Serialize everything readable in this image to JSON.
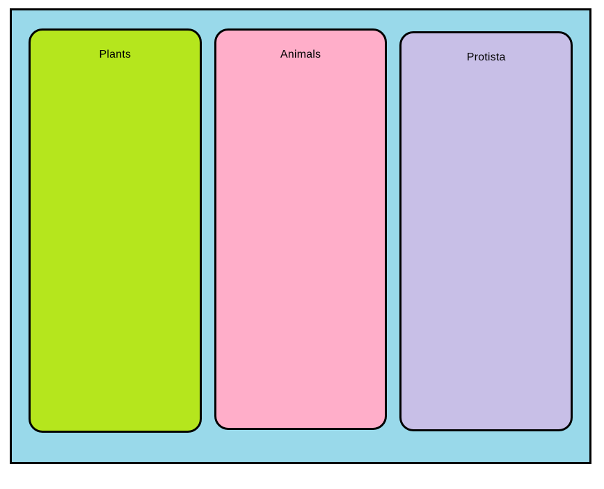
{
  "canvas": {
    "background_color": "#ffffff",
    "board_color": "#99D9EA",
    "border_color": "#000000"
  },
  "columns": [
    {
      "label": "Plants",
      "color": "#B5E61D"
    },
    {
      "label": "Animals",
      "color": "#FFAEC9"
    },
    {
      "label": "Protista",
      "color": "#C8BFE7"
    }
  ]
}
